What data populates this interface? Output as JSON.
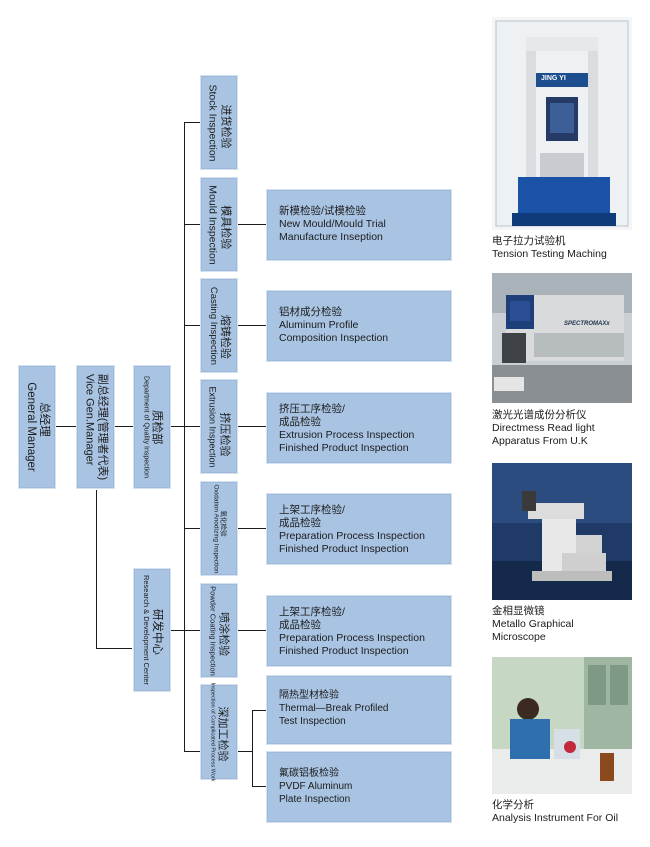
{
  "general_manager": {
    "cn": "总经理",
    "en": "General Manager"
  },
  "vice_manager": {
    "cn": "副总经理(管理者代表)",
    "en": "Vice Gen.Manager"
  },
  "quality_dept": {
    "cn": "质检部",
    "en": "Department of Quality Inspection"
  },
  "rd_center": {
    "cn": "研发中心",
    "en": "Research & Development Center"
  },
  "inspections": [
    {
      "cn": "进货检验",
      "en": "Stock Inspection"
    },
    {
      "cn": "模具检验",
      "en": "Mould Inspection"
    },
    {
      "cn": "熔铸检验",
      "en": "Casting Inspection"
    },
    {
      "cn": "挤压检验",
      "en": "Extrusion Inspection"
    },
    {
      "cn": "氧化检验",
      "en": "Oxidation Anodizing Inspection"
    },
    {
      "cn": "喷涂检验",
      "en": "Powder Coating Inspection"
    },
    {
      "cn": "深加工检验",
      "en": "Inspection of Complicated Process Work"
    }
  ],
  "details": [
    {
      "l1": "新模检验/试模检验",
      "l2": "New Mould/Mould Trial",
      "l3": "Manufacture Inseption",
      "l4": ""
    },
    {
      "l1": "铝材成分检验",
      "l2": "Aluminum Profile",
      "l3": "Composition Inspection",
      "l4": ""
    },
    {
      "l1": "挤压工序检验/",
      "l2": "成品检验",
      "l3": "Extrusion Process Inspection",
      "l4": "Finished Product Inspection"
    },
    {
      "l1": "上架工序检验/",
      "l2": "成品检验",
      "l3": "Preparation Process Inspection",
      "l4": "Finished Product Inspection"
    },
    {
      "l1": "上架工序检验/",
      "l2": "成品检验",
      "l3": "Preparation Process Inspection",
      "l4": "Finished Product Inspection"
    },
    {
      "l1": "隔热型材检验",
      "l2": "Thermal—Break Profiled",
      "l3": "Test Inspection",
      "l4": ""
    },
    {
      "l1": "氟碳铝板检验",
      "l2": "PVDF Aluminum",
      "l3": "Plate Inspection",
      "l4": ""
    }
  ],
  "photos": [
    {
      "cn": "电子拉力试验机",
      "en1": "Tension Testing Maching",
      "en2": "",
      "label": "JING YI"
    },
    {
      "cn": "激光光谱成份分析仪",
      "en1": "Directmess Read light",
      "en2": "Apparatus From U.K",
      "label": "SPECTROMAXx"
    },
    {
      "cn": "金相显微镜",
      "en1": "Metallo Graphical",
      "en2": "Microscope",
      "label": ""
    },
    {
      "cn": "化学分析",
      "en1": "Analysis Instrument For Oil",
      "en2": "",
      "label": ""
    }
  ]
}
